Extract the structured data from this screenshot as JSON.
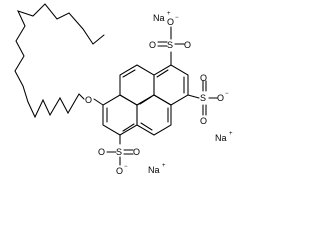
{
  "compound": {
    "atoms": {
      "oxygen": "O",
      "sulfur": "S",
      "sodium": "Na"
    },
    "charges": {
      "plus": "+",
      "minus": "−"
    }
  }
}
